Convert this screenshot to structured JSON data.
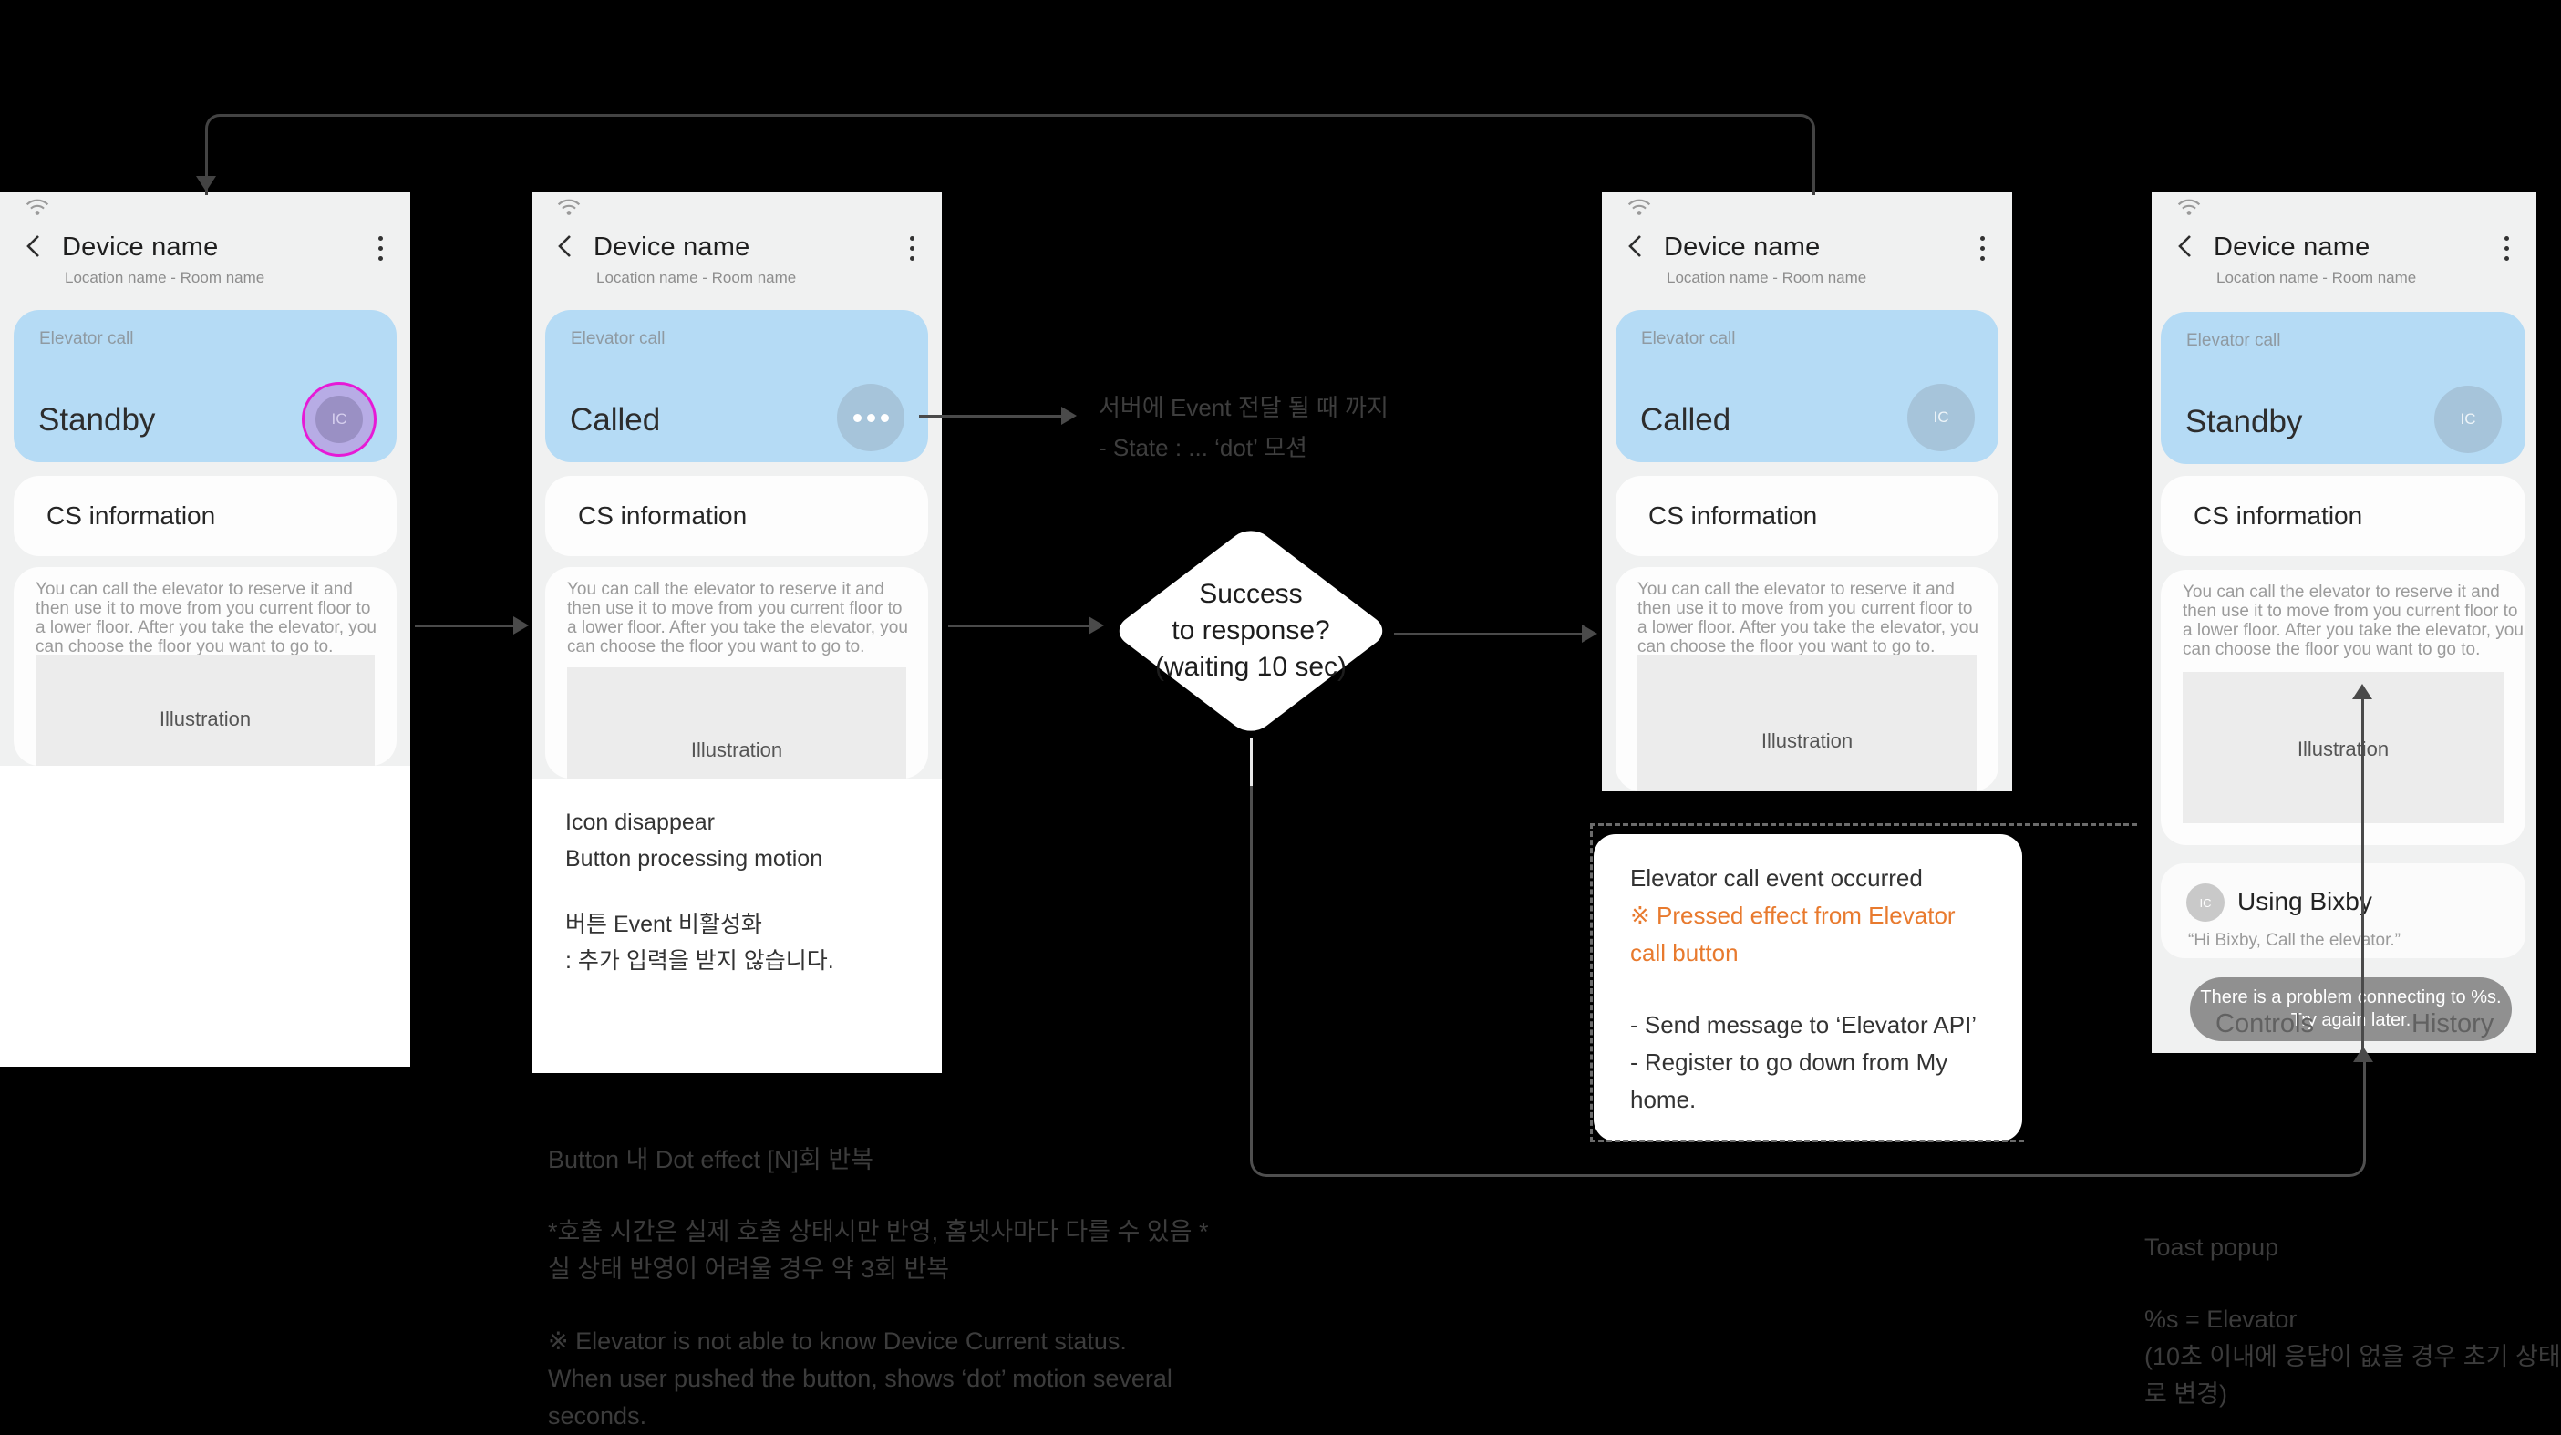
{
  "colors": {
    "accent_blue": "#b5dbf5",
    "selection_magenta": "#e61ad6",
    "highlight_orange": "#e87a2e",
    "toast_grey": "#8a8a8a"
  },
  "phones": [
    {
      "header": {
        "title": "Device name",
        "subtitle": "Location name - Room name"
      },
      "card": {
        "label": "Elevator call",
        "status": "Standby",
        "button": "IC"
      },
      "cs": "CS information",
      "description": "You can call the elevator to reserve it and then use it to move from you current floor to a lower floor. After you take the elevator, you can choose the floor you want to go to.",
      "illustration": "Illustration"
    },
    {
      "header": {
        "title": "Device name",
        "subtitle": "Location name - Room name"
      },
      "card": {
        "label": "Elevator call",
        "status": "Called",
        "button": "..."
      },
      "cs": "CS information",
      "description": "You can call the elevator to reserve it and then use it to move from you current floor to a lower floor. After you take the elevator, you can choose the floor you want to go to.",
      "illustration": "Illustration"
    },
    {
      "header": {
        "title": "Device name",
        "subtitle": "Location name - Room name"
      },
      "card": {
        "label": "Elevator call",
        "status": "Called",
        "button": "IC"
      },
      "cs": "CS information",
      "description": "You can call the elevator to reserve it and then use it to move from you current floor to a lower floor. After you take the elevator, you can choose the floor you want to go to.",
      "illustration": "Illustration"
    },
    {
      "header": {
        "title": "Device name",
        "subtitle": "Location name - Room name"
      },
      "card": {
        "label": "Elevator call",
        "status": "Standby",
        "button": "IC"
      },
      "cs": "CS information",
      "description": "You can call the elevator to reserve it and then use it to move from you current floor to a lower floor. After you take the elevator, you can choose the floor you want to go to.",
      "illustration": "Illustration"
    }
  ],
  "phone2_note": {
    "line1": "Icon disappear",
    "line2": "Button processing motion",
    "line3": "버튼 Event 비활성화",
    "line4": ": 추가 입력을 받지 않습니다."
  },
  "server_note": {
    "line1": "서버에 Event 전달 될 때 까지",
    "line2": "- State : ... ‘dot’ 모션"
  },
  "diamond": {
    "line1": "Success",
    "line2": "to response?",
    "line3": "(waiting 10 sec)"
  },
  "callout": {
    "title": "Elevator call event occurred",
    "highlight": "※ Pressed effect from Elevator call button",
    "item1": "- Send message to ‘Elevator API’",
    "item2": "- Register to go down from My home."
  },
  "bixby": {
    "icon": "IC",
    "title": "Using Bixby",
    "quote": "“Hi Bixby, Call the elevator.”"
  },
  "tabs": {
    "controls": "Controls",
    "history": "History"
  },
  "toast": {
    "line1": "There is a problem connecting to %s.",
    "line2": "Try again later."
  },
  "notes": {
    "bottom_left": {
      "line1": "Button 내 Dot effect [N]회 반복",
      "line2": "*호출 시간은 실제 호출 상태시만 반영, 홈넷사마다 다를 수 있음 *",
      "line3": "실 상태 반영이 어려울 경우 약 3회 반복",
      "line4": "※ Elevator is not able to know Device Current status.",
      "line5": "When user pushed the button, shows ‘dot’ motion several",
      "line6": "seconds."
    },
    "bottom_right": {
      "line1": "Toast popup",
      "line2": "%s = Elevator",
      "line3": "(10초 이내에 응답이 없을 경우 초기 상태",
      "line4": "로 변경)"
    }
  }
}
